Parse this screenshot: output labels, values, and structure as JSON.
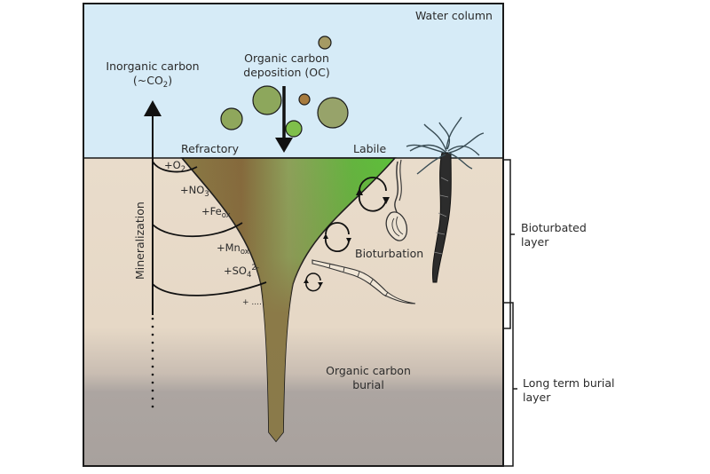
{
  "diagram": {
    "title": "Organic carbon cycling in sediments",
    "zones": {
      "water": {
        "label": "Water column",
        "color": "#d6ebf7"
      },
      "bioturbated": {
        "color": "#e8dac8"
      },
      "burial": {
        "color": "#aaa39f"
      }
    },
    "labels": {
      "inorganic_carbon_line1": "Inorganic carbon",
      "inorganic_carbon_line2_prefix": "(~CO",
      "inorganic_carbon_line2_sub": "2",
      "inorganic_carbon_line2_suffix": ")",
      "oc_deposition_line1": "Organic carbon",
      "oc_deposition_line2": "deposition (OC)",
      "refractory": "Refractory",
      "labile": "Labile",
      "mineralization": "Mineralization",
      "bioturbation": "Bioturbation",
      "oc_burial_line1": "Organic carbon",
      "oc_burial_line2": "burial"
    },
    "oxidants": [
      {
        "base": "+O",
        "sub": "2",
        "sup": ""
      },
      {
        "base": "+NO",
        "sub": "3",
        "sup": ""
      },
      {
        "base": "+Fe",
        "sub": "ox",
        "sup": ""
      },
      {
        "base": "+Mn",
        "sub": "ox",
        "sup": ""
      },
      {
        "base": "+SO",
        "sub": "4",
        "sup": "2-"
      },
      {
        "base": "+ ....",
        "sub": "",
        "sup": ""
      }
    ],
    "brackets": {
      "bioturbated_line1": "Bioturbated",
      "bioturbated_line2": "layer",
      "burial_line1": "Long term burial",
      "burial_line2": "layer"
    },
    "colors": {
      "refractory": "#8a7040",
      "labile": "#5cba3c",
      "particle_green": "#8aa456",
      "particle_brown": "#9a7a44",
      "outline": "#1a1a1a"
    }
  }
}
